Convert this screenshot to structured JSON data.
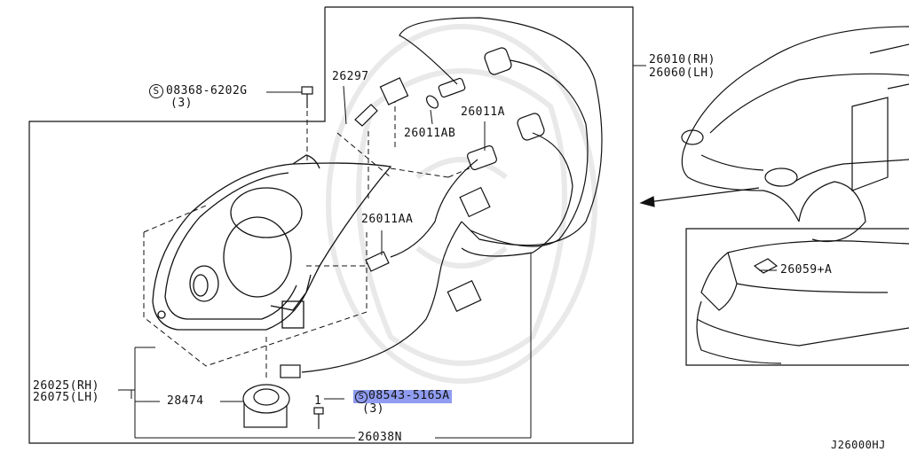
{
  "labels": {
    "p26297": "26297",
    "p26011ab": "26011AB",
    "p26011a": "26011A",
    "p26011aa": "26011AA",
    "p26010": "26010(RH)",
    "p26060": "26060(LH)",
    "p26059": "26059+A",
    "p26025": "26025(RH)",
    "p26075": "26075(LH)",
    "p28474": "28474",
    "p26038n": "26038N",
    "screw1_code": "08368-6202G",
    "screw1_qty": "(3)",
    "screw2_code": "08543-5165A",
    "screw2_qty": "(3)",
    "screw_symbol": "S",
    "item_no": "1",
    "diagram_id": "J26000HJ"
  },
  "colors": {
    "line": "#111111",
    "highlight": "#8f9cf0",
    "watermark": "#e6e6e6"
  }
}
